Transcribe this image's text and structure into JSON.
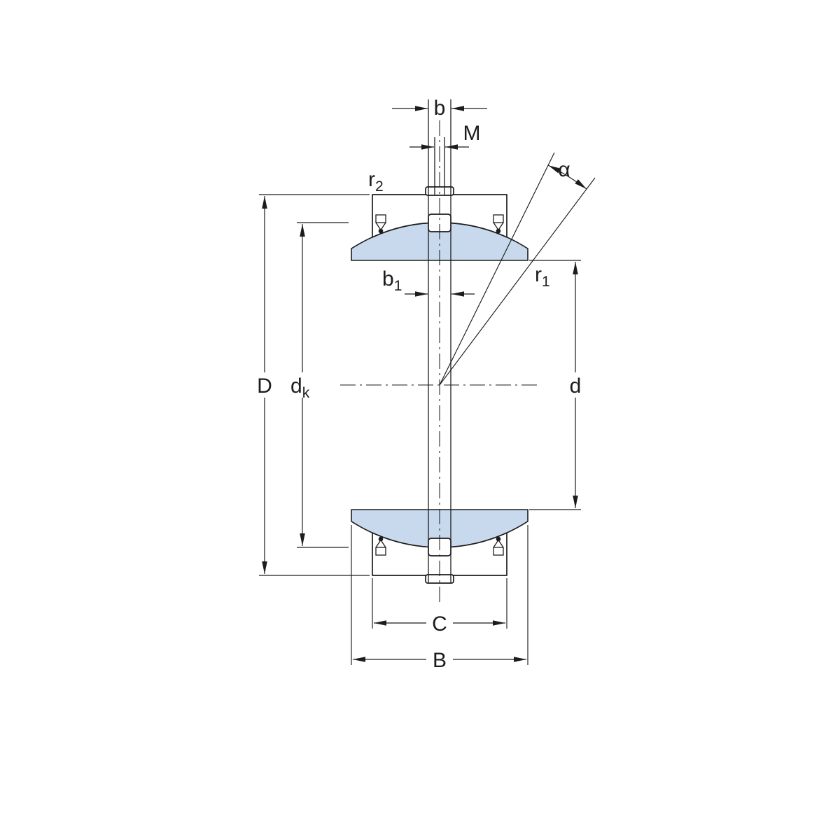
{
  "figure": {
    "colors": {
      "line": "#1c1c1c",
      "section_fill": "#c8d9ee",
      "background": "#ffffff"
    },
    "labels": {
      "b": "b",
      "M": "M",
      "alpha": "α",
      "r2_main": "r",
      "r2_sub": "2",
      "r1_main": "r",
      "r1_sub": "1",
      "b1_main": "b",
      "b1_sub": "1",
      "D": "D",
      "dk_main": "d",
      "dk_sub": "k",
      "d": "d",
      "C": "C",
      "B": "B"
    }
  }
}
